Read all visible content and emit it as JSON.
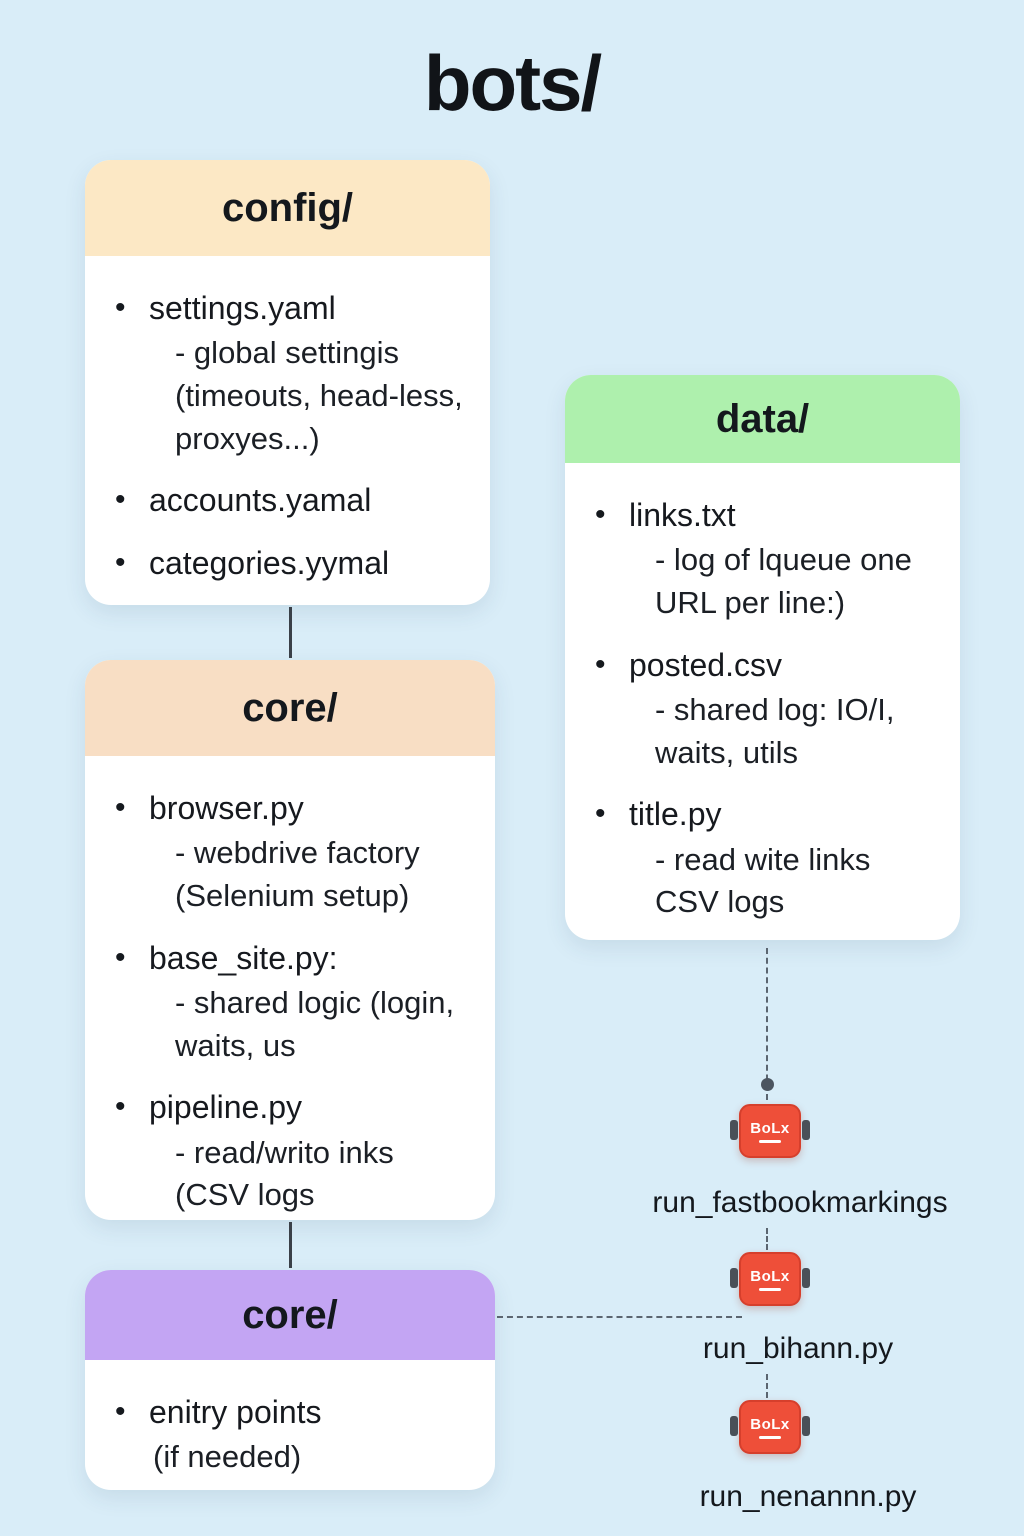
{
  "title": "bots/",
  "cards": {
    "config": {
      "header": "config/",
      "items": [
        {
          "name": "settings.yaml",
          "sub": "- global settingis (timeouts, head-less, proxyes...)"
        },
        {
          "name": "accounts.yamal",
          "sub": ""
        },
        {
          "name": "categories.yymal",
          "sub": ""
        }
      ]
    },
    "data": {
      "header": "data/",
      "items": [
        {
          "name": "links.txt",
          "sub": "- log of lqueue one URL per line:)"
        },
        {
          "name": "posted.csv",
          "sub": "- shared log: IO/I, waits, utils"
        },
        {
          "name": "title.py",
          "sub": "- read wite links CSV logs"
        }
      ]
    },
    "core": {
      "header": "core/",
      "items": [
        {
          "name": "browser.py",
          "sub": "- webdrive factory (Selenium setup)"
        },
        {
          "name": "base_site.py:",
          "sub": "- shared logic (login, waits, us"
        },
        {
          "name": "pipeline.py",
          "sub": "- read/writo inks (CSV logs"
        }
      ]
    },
    "entry": {
      "header": "core/",
      "items": [
        {
          "name": "enitry points",
          "sub": "(if needed)"
        }
      ]
    }
  },
  "robots": [
    {
      "badge": "BoLx",
      "label": "run_fastbookmarkings"
    },
    {
      "badge": "BoLx",
      "label": "run_bihann.py"
    },
    {
      "badge": "BoLx",
      "label": "run_nenannn.py"
    }
  ],
  "colors": {
    "background": "#d9edf8",
    "config_header": "#fce8c5",
    "data_header": "#aef0ad",
    "core_header": "#f8dec4",
    "entry_header": "#c3a5f3",
    "robot_badge": "#ee4f39"
  }
}
